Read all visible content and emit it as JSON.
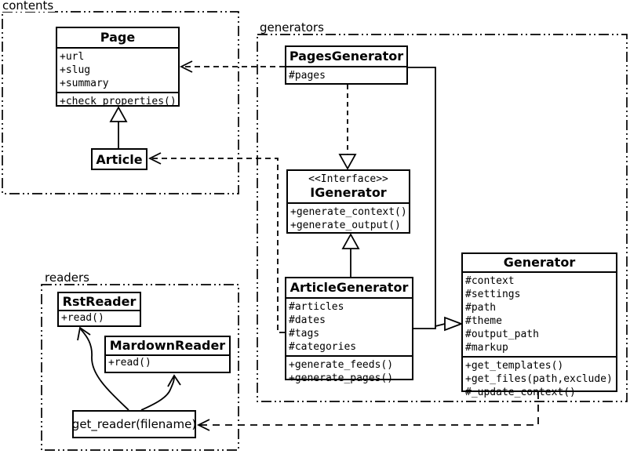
{
  "packages": {
    "contents": {
      "label": "contents"
    },
    "generators": {
      "label": "generators"
    },
    "readers": {
      "label": "readers"
    }
  },
  "classes": {
    "page": {
      "name": "Page",
      "attributes": [
        "+url",
        "+slug",
        "+summary"
      ],
      "methods": [
        "+check_properties()"
      ]
    },
    "article": {
      "name": "Article"
    },
    "pages_generator": {
      "name": "PagesGenerator",
      "attributes": [
        "#pages"
      ]
    },
    "igenerator": {
      "stereotype": "<<Interface>>",
      "name": "IGenerator",
      "methods": [
        "+generate_context()",
        "+generate_output()"
      ]
    },
    "article_generator": {
      "name": "ArticleGenerator",
      "attributes": [
        "#articles",
        "#dates",
        "#tags",
        "#categories"
      ],
      "methods": [
        "+generate_feeds()",
        "+generate_pages()"
      ]
    },
    "generator": {
      "name": "Generator",
      "attributes": [
        "#context",
        "#settings",
        "#path",
        "#theme",
        "#output_path",
        "#markup"
      ],
      "methods": [
        "+get_templates()",
        "+get_files(path,exclude)",
        "#_update_context()"
      ]
    },
    "rst_reader": {
      "name": "RstReader",
      "methods": [
        "+read()"
      ]
    },
    "mardown_reader": {
      "name": "MardownReader",
      "methods": [
        "+read()"
      ]
    },
    "get_reader": {
      "name": "get_reader(filename)"
    }
  },
  "colors": {
    "line": "#000000",
    "background": "#ffffff",
    "box_fill": "#ffffff"
  }
}
